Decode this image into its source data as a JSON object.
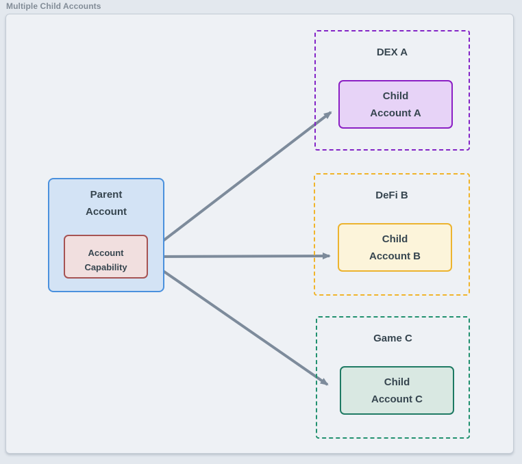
{
  "title": "Multiple Child Accounts",
  "parent": {
    "label": "Parent\nAccount",
    "capability_label": "Account\nCapability"
  },
  "groups": [
    {
      "name": "DEX A",
      "child_label": "Child\nAccount A"
    },
    {
      "name": "DeFi B",
      "child_label": "Child\nAccount B"
    },
    {
      "name": "Game C",
      "child_label": "Child\nAccount C"
    }
  ],
  "colors": {
    "page_background": "#e3e8ee",
    "canvas_background": "#eef1f5",
    "canvas_border": "#c4ccd5",
    "title_text": "#828c97",
    "node_text": "#36454f",
    "parent_fill": "#d3e3f5",
    "parent_border": "#4a90dd",
    "capability_fill": "#f1dfdf",
    "capability_border": "#a65353",
    "dex_a_border": "#8324c6",
    "child_a_fill": "#e7d3f7",
    "child_a_border": "#8b1fc4",
    "defi_b_border": "#f0b42a",
    "child_b_fill": "#fcf4da",
    "child_b_border": "#ecb32e",
    "game_c_border": "#21916f",
    "child_c_fill": "#d9e8e2",
    "child_c_border": "#1e7a63",
    "arrow": "#7d8b9b"
  }
}
